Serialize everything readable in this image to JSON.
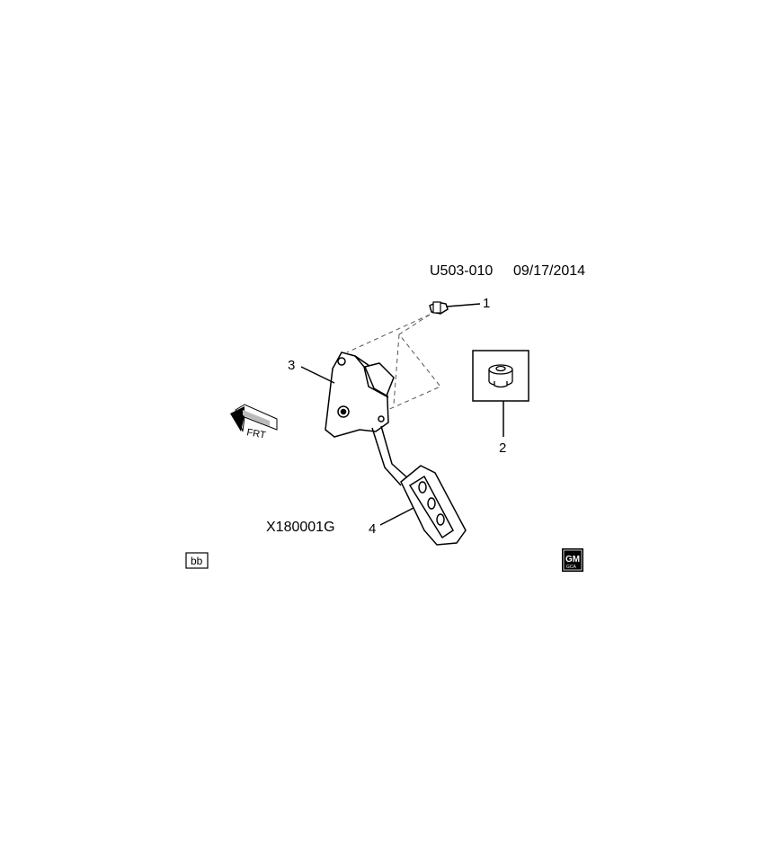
{
  "header": {
    "ref_code": "U503-010",
    "date": "09/17/2014"
  },
  "illustration_code": "X180001G",
  "callouts": [
    "1",
    "2",
    "3",
    "4"
  ],
  "badges": {
    "left": "bb",
    "right_logo_text": "GM",
    "right_logo_subtext": "GCA"
  },
  "direction_marker": {
    "label": "FRT",
    "icon": "front-arrow-icon"
  }
}
